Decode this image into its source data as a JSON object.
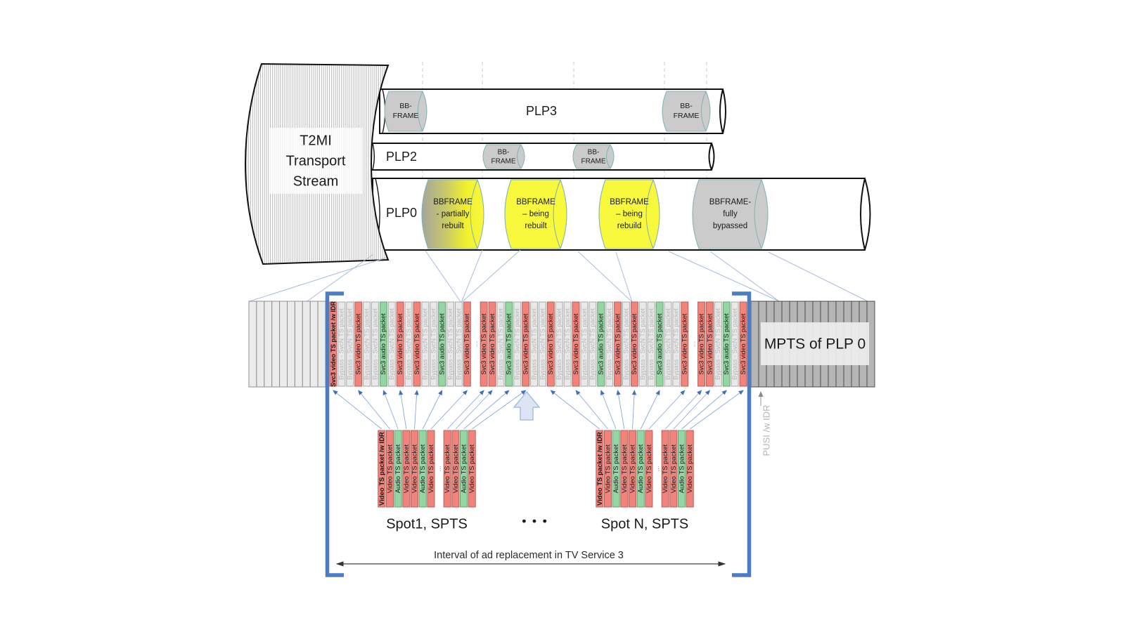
{
  "t2mi_source": {
    "label_lines": [
      "T2MI",
      "Transport",
      "Stream"
    ]
  },
  "pipes": {
    "plp3": {
      "label": "PLP3",
      "bbframe_label_lines": [
        "BB-",
        "FRAME"
      ]
    },
    "plp2": {
      "label": "PLP2",
      "bbframe_label_lines": [
        "BB-",
        "FRAME"
      ]
    },
    "plp0": {
      "label": "PLP0",
      "bbframes": [
        {
          "state_lines": [
            "BBFRAME",
            "- partially",
            "rebuilt"
          ],
          "style": "gray-to-yellow"
        },
        {
          "state_lines": [
            "BBFRAME",
            "– being",
            "rebuilt"
          ],
          "style": "yellow"
        },
        {
          "state_lines": [
            "BBFRAME",
            "– being",
            "rebuild"
          ],
          "style": "yellow"
        },
        {
          "state_lines": [
            "BBFRAME-",
            "fully",
            "bypassed"
          ],
          "style": "gray"
        }
      ]
    }
  },
  "mpts_bar": {
    "title": "MPTS of PLP 0",
    "packet_types": {
      "video_idr": {
        "label": "Svc3 video TS packet /w IDR",
        "color": "#f2837b",
        "border": "#b4625c",
        "text": "#1a1a1a",
        "bold": true
      },
      "video": {
        "label": "Svc3 video TS packet",
        "color": "#f2837b",
        "border": "#b4625c",
        "text": "#1a1a1a",
        "bold": false
      },
      "audio": {
        "label": "Svc3 audio TS packet",
        "color": "#94d5a3",
        "border": "#63a173",
        "text": "#1a1a1a",
        "bold": false
      },
      "bypass": {
        "label": "Bypass - SvcN TS packet",
        "color": "#e9e9e9",
        "border": "#a8a8a8",
        "text": "#b6b6b6",
        "bold": false
      },
      "gap": {
        "label": "...",
        "color": "#ffffff",
        "border": "none",
        "text": "#999999",
        "bold": false
      }
    },
    "sequence": [
      "video_idr",
      "bypass",
      "bypass",
      "video",
      "bypass",
      "bypass",
      "audio",
      "bypass",
      "video",
      "bypass",
      "video",
      "bypass",
      "bypass",
      "audio",
      "bypass",
      "bypass",
      "video",
      "gap",
      "video",
      "video",
      "bypass",
      "audio",
      "bypass",
      "video",
      "bypass",
      "bypass",
      "video",
      "bypass",
      "bypass",
      "video",
      "bypass",
      "bypass",
      "audio",
      "bypass",
      "video",
      "bypass",
      "video",
      "bypass",
      "bypass",
      "audio",
      "bypass",
      "bypass",
      "video",
      "gap",
      "video",
      "video",
      "bypass",
      "audio",
      "bypass",
      "video"
    ]
  },
  "spots": {
    "packet_types": {
      "video_idr": {
        "label": "Video TS packet /w IDR",
        "color": "#f2837b",
        "border": "#b4625c",
        "text": "#1a1a1a",
        "bold": true
      },
      "video": {
        "label": "Video TS packet",
        "color": "#f2837b",
        "border": "#b4625c",
        "text": "#1a1a1a",
        "bold": false
      },
      "audio": {
        "label": "Audio TS packet",
        "color": "#94d5a3",
        "border": "#63a173",
        "text": "#1a1a1a",
        "bold": false
      },
      "gap": {
        "label": "...",
        "color": "#ffffff",
        "border": "none",
        "text": "#999999",
        "bold": false
      }
    },
    "sequence": [
      "video_idr",
      "video",
      "audio",
      "video",
      "video",
      "audio",
      "video",
      "gap",
      "video",
      "video",
      "audio",
      "video"
    ],
    "groups": [
      {
        "label": "Spot1, SPTS"
      },
      {
        "label": "Spot N, SPTS"
      }
    ],
    "separator": "• • •"
  },
  "annotations": {
    "pusi": "PUSI /w IDR",
    "interval": "Interval of ad replacement in TV Service 3"
  },
  "colors": {
    "yellow": "#f8f83d",
    "bb_gray": "#cbcbcb",
    "teal_edge": "#85b4b6",
    "bracket_blue": "#4a7cc7",
    "fan_line": "#a7bcdc",
    "arrow_line": "#8aa9d6",
    "arrow_head": "#3f6fbd",
    "grid_dash": "#cdcdcd",
    "bar_light_cell": "#ececec",
    "bar_light_border": "#8f8f8f",
    "bar_dark_cell": "#b5b5b5",
    "bar_dark_border": "#4d4d4d",
    "gray_text": "#b5b5b5",
    "black": "#1a1a1a"
  }
}
